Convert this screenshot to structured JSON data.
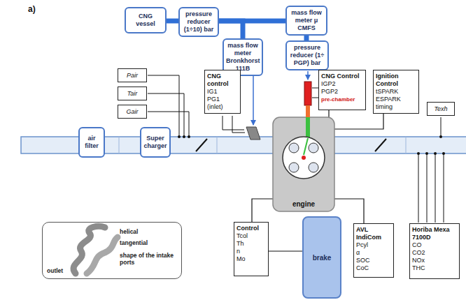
{
  "diagram": {
    "nodes": [
      {
        "text": [
          "CNG vessel"
        ]
      },
      {
        "text": [
          "pressure reducer (1÷10) bar"
        ]
      },
      {
        "text": [
          "mass flow meter μ CMFS"
        ]
      },
      {
        "text": [
          "mass flow meter Bronkhorst 111B"
        ]
      },
      {
        "text": [
          "pressure reducer (1÷ PGP) bar"
        ]
      },
      {
        "text": [
          "Pair"
        ]
      },
      {
        "text": [
          "CNG control",
          "IG1",
          "PG1",
          "(inlet)"
        ]
      },
      {
        "text": [
          "CNG Control",
          "IGP2",
          "PGP2",
          "pre-chamber"
        ]
      },
      {
        "text": [
          "Ignition Control",
          "tSPARK",
          "ESPARK",
          "timing"
        ]
      },
      {
        "text": [
          "Tair"
        ]
      },
      {
        "text": [
          "Texh"
        ]
      },
      {
        "text": [
          "Gair"
        ]
      },
      {
        "text": [
          "air filter"
        ]
      },
      {
        "text": [
          "Super charger"
        ]
      },
      {
        "text": [
          "engine"
        ]
      },
      {
        "text": [
          "Control",
          "Tcol",
          "Th",
          "n",
          "Mo"
        ]
      },
      {
        "text": [
          "AVL IndiCom",
          "Pcyl",
          "α",
          "SOC",
          "CoC"
        ]
      },
      {
        "text": [
          "Horiba Mexa 7100D",
          "CO",
          "CO2",
          "NOx",
          "THC"
        ]
      },
      {
        "text": [
          "helical",
          "tangential",
          "shape of the intake ports",
          "outlet"
        ]
      },
      {
        "text": [
          "brake"
        ]
      }
    ],
    "edges": [
      {
        "from": 0,
        "to": 1,
        "arrow": "none"
      },
      {
        "from": 1,
        "to": 2,
        "arrow": "none"
      },
      {
        "from": 1,
        "to": 3,
        "arrow": "none"
      },
      {
        "from": 2,
        "to": 4,
        "arrow": "none"
      },
      {
        "from": 7,
        "to": 14,
        "arrow": "none"
      },
      {
        "from": 8,
        "to": 14,
        "arrow": "none"
      },
      {
        "from": 15,
        "to": 14,
        "arrow": "none"
      },
      {
        "from": 15,
        "to": 19,
        "arrow": "none"
      },
      {
        "from": 16,
        "to": 14,
        "arrow": "none"
      }
    ],
    "labels": [
      "a)"
    ]
  }
}
